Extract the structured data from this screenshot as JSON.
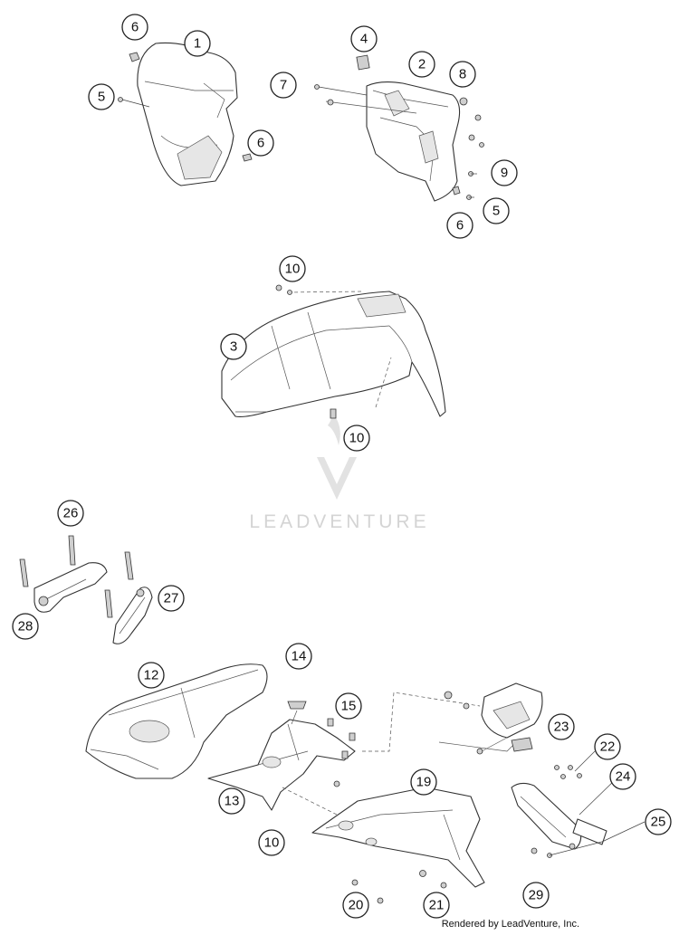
{
  "callouts": [
    {
      "label": "1"
    },
    {
      "label": "2"
    },
    {
      "label": "3"
    },
    {
      "label": "4"
    },
    {
      "label": "5"
    },
    {
      "label": "5"
    },
    {
      "label": "6"
    },
    {
      "label": "6"
    },
    {
      "label": "6"
    },
    {
      "label": "7"
    },
    {
      "label": "8"
    },
    {
      "label": "9"
    },
    {
      "label": "10"
    },
    {
      "label": "10"
    },
    {
      "label": "10"
    },
    {
      "label": "12"
    },
    {
      "label": "13"
    },
    {
      "label": "14"
    },
    {
      "label": "15"
    },
    {
      "label": "19"
    },
    {
      "label": "20"
    },
    {
      "label": "21"
    },
    {
      "label": "22"
    },
    {
      "label": "23"
    },
    {
      "label": "24"
    },
    {
      "label": "25"
    },
    {
      "label": "26"
    },
    {
      "label": "27"
    },
    {
      "label": "28"
    },
    {
      "label": "29"
    }
  ],
  "watermark": "LEADVENTURE",
  "credit": "Rendered by LeadVenture, Inc."
}
